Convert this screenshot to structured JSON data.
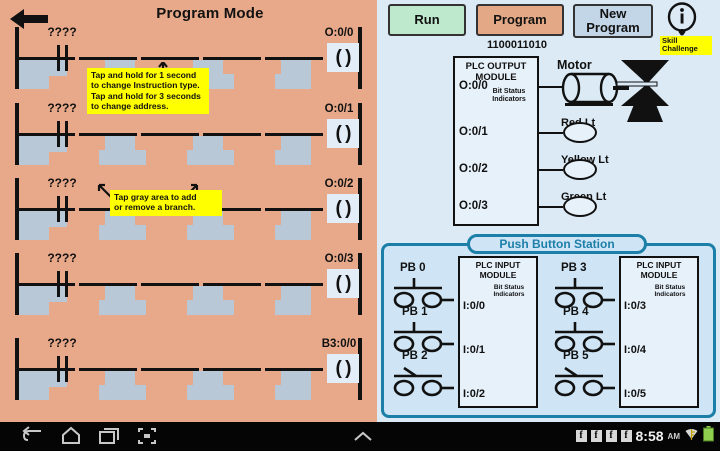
{
  "app": {
    "title": "Program Mode",
    "back_icon": "back-arrow-icon"
  },
  "toolbar": {
    "run_label": "Run",
    "program_label": "Program",
    "new_program_label": "New Program",
    "info_icon": "info-icon",
    "binary_code": "1100011010",
    "skill_challenge_label": "Skill\nChallenge",
    "colors": {
      "run": "#bfe9cd",
      "program": "#e3a885",
      "new_program": "#c3d6e8",
      "highlight": "#ffff00"
    }
  },
  "ladder": {
    "background_color": "#e8a98a",
    "branch_color": "#b9c8d6",
    "rungs": [
      {
        "contact_address": "????",
        "contact_type": "XIC",
        "coil_address": "O:0/0",
        "coil_symbol": "( )"
      },
      {
        "contact_address": "????",
        "contact_type": "XIC",
        "coil_address": "O:0/1",
        "coil_symbol": "( )"
      },
      {
        "contact_address": "????",
        "contact_type": "XIC",
        "coil_address": "O:0/2",
        "coil_symbol": "( )"
      },
      {
        "contact_address": "????",
        "contact_type": "XIC",
        "coil_address": "O:0/3",
        "coil_symbol": "( )"
      },
      {
        "contact_address": "????",
        "contact_type": "XIC",
        "coil_address": "B3:0/0",
        "coil_symbol": "( )"
      }
    ],
    "tips": [
      {
        "id": "instruction-tip",
        "line1": "Tap and hold for 1 second",
        "line2": "to change Instruction type.",
        "line3": "Tap and hold for 3 seconds",
        "line4": "to change address."
      },
      {
        "id": "branch-tip",
        "line1": "Tap gray area to add",
        "line2": "or remove a branch."
      }
    ]
  },
  "output_module": {
    "title_line1": "PLC OUTPUT",
    "title_line2": "MODULE",
    "bit_status_line1": "Bit Status",
    "bit_status_line2": "Indicators",
    "outputs": [
      {
        "address": "O:0/0",
        "device": "Motor"
      },
      {
        "address": "O:0/1",
        "device": "Red Lt"
      },
      {
        "address": "O:0/2",
        "device": "Yellow Lt"
      },
      {
        "address": "O:0/3",
        "device": "Green Lt"
      }
    ]
  },
  "push_button_station": {
    "title": "Push Button Station",
    "title_color": "#1c7fa8",
    "module_title_line1": "PLC INPUT",
    "module_title_line2": "MODULE",
    "bit_status_line1": "Bit Status",
    "bit_status_line2": "Indicators",
    "left_group": {
      "buttons": [
        {
          "label": "PB 0",
          "address": "I:0/0",
          "contact": "NO"
        },
        {
          "label": "PB 1",
          "address": "I:0/1",
          "contact": "NO"
        },
        {
          "label": "PB 2",
          "address": "I:0/2",
          "contact": "NC"
        }
      ]
    },
    "right_group": {
      "buttons": [
        {
          "label": "PB 3",
          "address": "I:0/3",
          "contact": "NO"
        },
        {
          "label": "PB 4",
          "address": "I:0/4",
          "contact": "NO"
        },
        {
          "label": "PB 5",
          "address": "I:0/5",
          "contact": "NC"
        }
      ]
    }
  },
  "navbar": {
    "back_icon": "back-icon",
    "home_icon": "home-icon",
    "recents_icon": "recent-apps-icon",
    "screenshot_icon": "screenshot-icon",
    "expand_icon": "chevron-up-icon",
    "notifications": [
      {
        "icon": "facebook-icon",
        "glyph": "f"
      },
      {
        "icon": "facebook-icon",
        "glyph": "f"
      },
      {
        "icon": "facebook-icon",
        "glyph": "f"
      },
      {
        "icon": "facebook-icon",
        "glyph": "f"
      }
    ],
    "clock": "8:58",
    "meridiem": "AM",
    "wifi_icon": "wifi-icon",
    "battery_icon": "battery-full-icon"
  }
}
